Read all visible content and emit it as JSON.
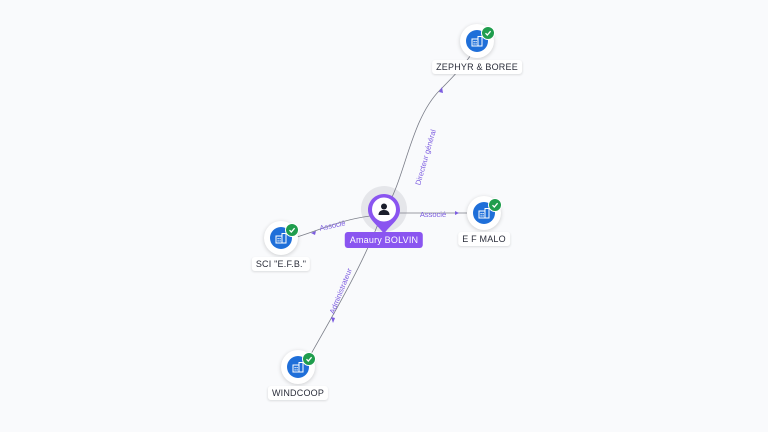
{
  "center": {
    "name": "Amaury BOLVIN",
    "icon": "person-icon",
    "color": "#8a55f0"
  },
  "companies": [
    {
      "id": "zephyr",
      "name": "ZEPHYR & BOREE",
      "relation": "Directeur général",
      "icon": "building-icon",
      "verified_icon": "check-icon"
    },
    {
      "id": "efmalo",
      "name": "E F MALO",
      "relation": "Associé",
      "icon": "building-icon",
      "verified_icon": "check-icon"
    },
    {
      "id": "efb",
      "name": "SCI \"E.F.B.\"",
      "relation": "Associé",
      "icon": "building-icon",
      "verified_icon": "check-icon"
    },
    {
      "id": "windcoop",
      "name": "WINDCOOP",
      "relation": "Administrateur",
      "icon": "building-icon",
      "verified_icon": "check-icon"
    }
  ],
  "colors": {
    "company": "#1f6fd9",
    "verified": "#1f9d4d",
    "relation_label": "#7c5ce0",
    "edge": "#7a7d88"
  }
}
